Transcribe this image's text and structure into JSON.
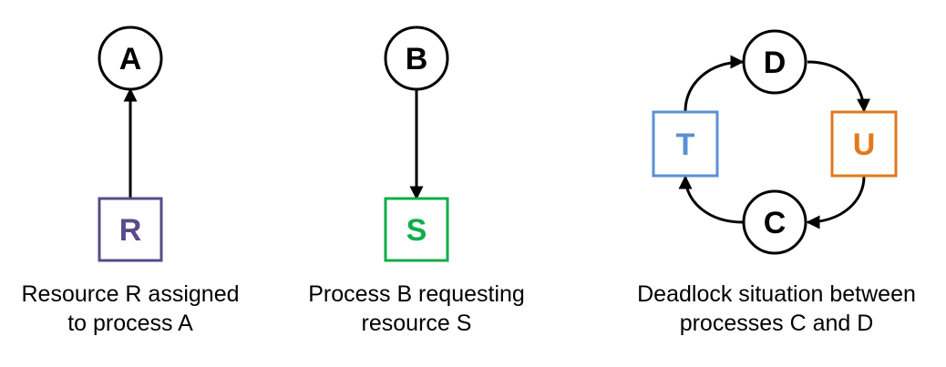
{
  "colors": {
    "process": "#000000",
    "resource_R": "#5b4a8a",
    "resource_S": "#0fae4b",
    "resource_T": "#5b8fd6",
    "resource_U": "#e07a1c"
  },
  "panels": [
    {
      "process": "A",
      "resource": "R",
      "caption_lines": [
        "Resource R assigned",
        "to process A"
      ]
    },
    {
      "process": "B",
      "resource": "S",
      "caption_lines": [
        "Process B requesting",
        "resource S"
      ]
    },
    {
      "processes": [
        "D",
        "C"
      ],
      "resources": [
        "T",
        "U"
      ],
      "caption_lines": [
        "Deadlock situation between",
        "processes C and D"
      ]
    }
  ]
}
